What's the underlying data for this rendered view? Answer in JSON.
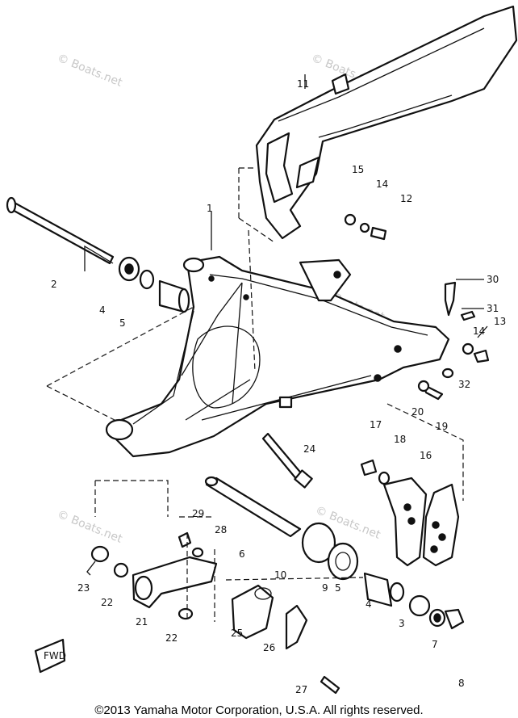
{
  "copyright": "©2013 Yamaha Motor Corporation, U.S.A. All rights reserved.",
  "watermark": "© Boats.net",
  "front_badge": "FWD",
  "callouts": {
    "c1": "1",
    "c2": "2",
    "c3": "3",
    "c4": "4",
    "c5": "5",
    "c6": "6",
    "c7": "7",
    "c8": "8",
    "c9": "9",
    "c10": "10",
    "c11": "11",
    "c12": "12",
    "c13": "13",
    "c14": "14",
    "c15": "15",
    "c16": "16",
    "c17": "17",
    "c18": "18",
    "c19": "19",
    "c20": "20",
    "c21": "21",
    "c22": "22",
    "c23": "23",
    "c24": "24",
    "c25": "25",
    "c26": "26",
    "c27": "27",
    "c28": "28",
    "c29": "29",
    "c30": "30",
    "c31": "31",
    "c32": "32"
  }
}
